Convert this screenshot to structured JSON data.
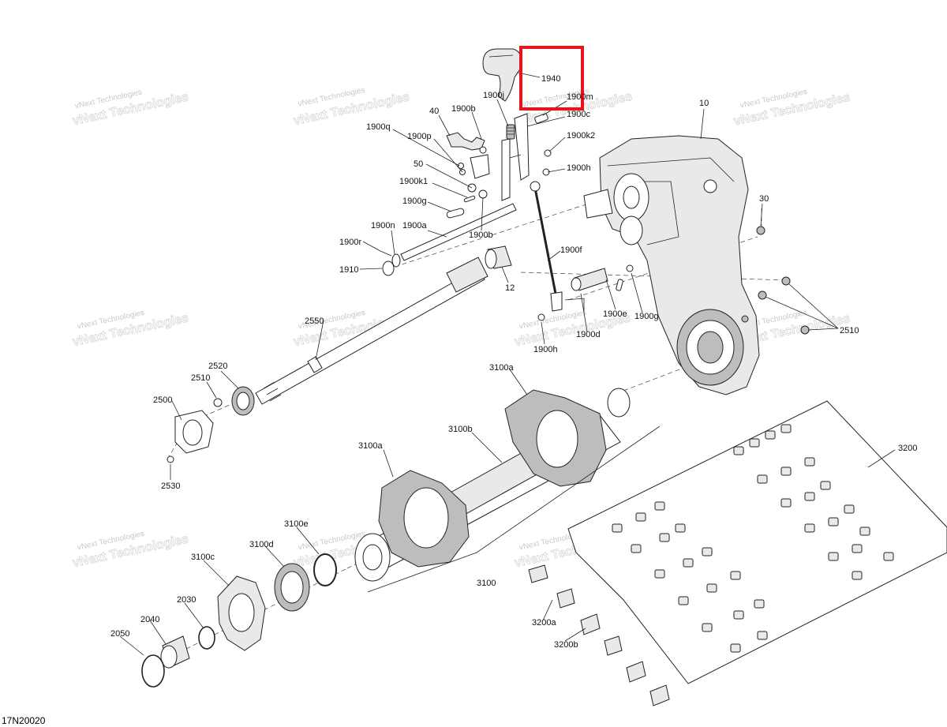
{
  "diagram_code": "17N20020",
  "watermark": {
    "line1": "vNext Technologies",
    "line2": "vNext Technologies"
  },
  "highlight": {
    "color": "#e8141c",
    "part": "1940"
  },
  "labels": {
    "p1940": "1940",
    "p1900j": "1900j",
    "p1900m": "1900m",
    "p1900c": "1900c",
    "p40": "40",
    "p1900b_top": "1900b",
    "p1900q": "1900q",
    "p1900p": "1900p",
    "p1900k2": "1900k2",
    "p1900h_top": "1900h",
    "p50": "50",
    "p1900k1": "1900k1",
    "p1900g": "1900g",
    "p1900n": "1900n",
    "p1900a": "1900a",
    "p1900b_mid": "1900b",
    "p1900r": "1900r",
    "p1910": "1910",
    "p12": "12",
    "p1900f": "1900f",
    "p10": "10",
    "p30": "30",
    "p2510_right": "2510",
    "p1900e": "1900e",
    "p1900g_r": "1900g",
    "p1900d": "1900d",
    "p1900h_bot": "1900h",
    "p2550": "2550",
    "p2520": "2520",
    "p2510_left": "2510",
    "p2500": "2500",
    "p2530": "2530",
    "p3100a_top": "3100a",
    "p3100b": "3100b",
    "p3100a_left": "3100a",
    "p3200": "3200",
    "p3100e": "3100e",
    "p3100d": "3100d",
    "p3100c": "3100c",
    "p2030": "2030",
    "p2040": "2040",
    "p2050": "2050",
    "p3100": "3100",
    "p3200a": "3200a",
    "p3200b": "3200b"
  }
}
